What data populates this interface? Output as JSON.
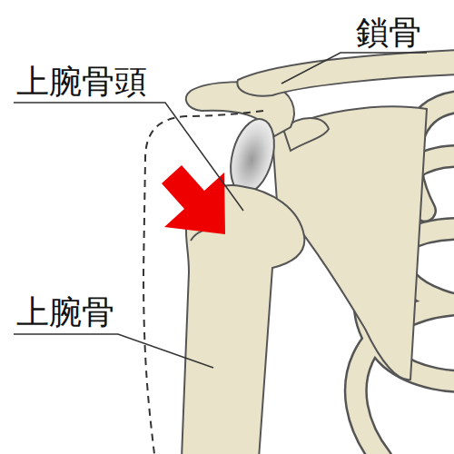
{
  "diagram": {
    "labels": [
      "鎖骨",
      "上腕骨頭",
      "上腕骨"
    ]
  }
}
